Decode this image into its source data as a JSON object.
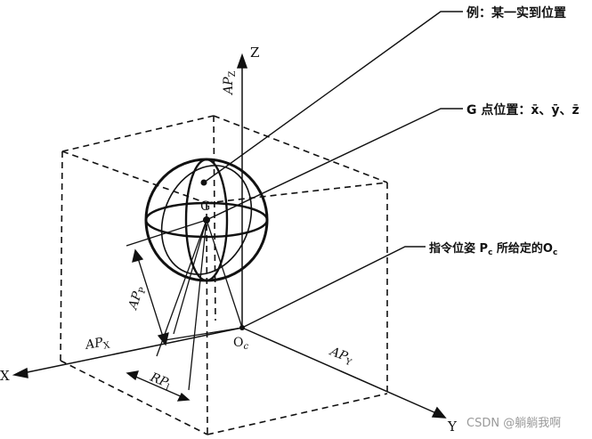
{
  "annotations": {
    "example_position": "例：某一实到位置",
    "g_point": "G 点位置：x̄、ȳ、z̄",
    "command_pose": "指令位姿 P",
    "command_pose_sub": "c",
    "command_pose_tail": " 所给定的O",
    "command_pose_tail_sub": "c"
  },
  "labels": {
    "axis_x": "X",
    "axis_y": "Y",
    "axis_z": "Z",
    "origin": "O",
    "origin_sub": "c",
    "center": "G",
    "ap_x": "AP",
    "ap_x_sub": "X",
    "ap_y": "AP",
    "ap_y_sub": "Y",
    "ap_z": "AP",
    "ap_z_sub": "Z",
    "ap_p": "AP",
    "ap_p_sub": "P",
    "rp_l": "RP",
    "rp_l_sub": "l"
  },
  "watermark": "CSDN @躺躺我啊"
}
